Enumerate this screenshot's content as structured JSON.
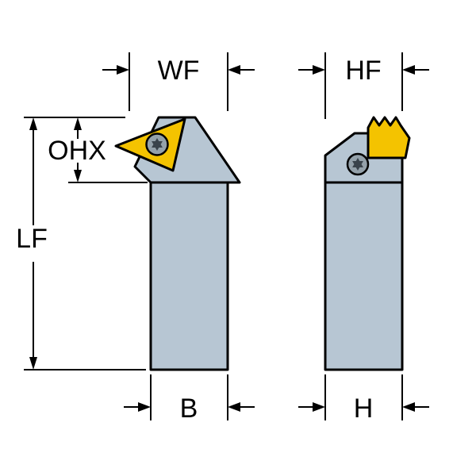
{
  "colors": {
    "background": "#ffffff",
    "outline": "#000000",
    "body": "#b7c6d3",
    "insert": "#f4c300",
    "screw": "#94a1aa",
    "screw_star": "#3a434b"
  },
  "dimensions": {
    "wf": "WF",
    "hf": "HF",
    "ohx": "OHX",
    "lf": "LF",
    "b": "B",
    "h": "H"
  }
}
